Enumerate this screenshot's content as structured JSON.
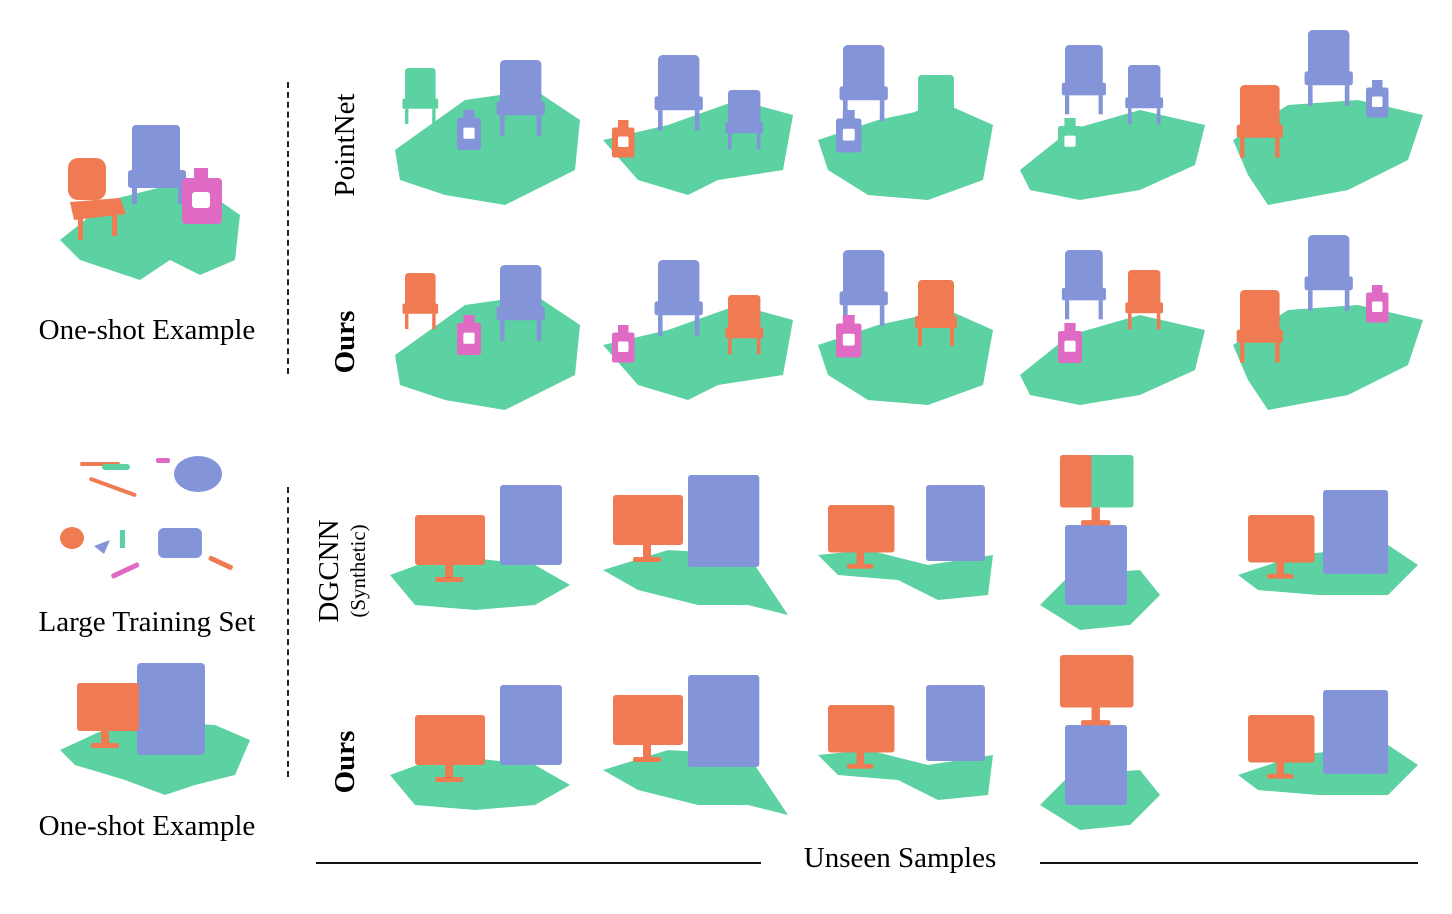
{
  "colors": {
    "floor": "#5cd1a2",
    "chair_blue": "#8394d9",
    "chair_orange": "#f07a52",
    "stand_pink": "#e06bc4",
    "monitor_orange": "#f07a52",
    "cabinet_blue": "#8394d9"
  },
  "left": {
    "top_caption": "One-shot Example",
    "middle_caption": "Large Training Set",
    "bottom_caption": "One-shot Example"
  },
  "rows": {
    "pointnet": "PointNet",
    "ours_top": "Ours",
    "dgcnn": "DGCNN",
    "dgcnn_sub": "(Synthetic)",
    "ours_bottom": "Ours"
  },
  "footer": {
    "unseen_label": "Unseen Samples"
  }
}
